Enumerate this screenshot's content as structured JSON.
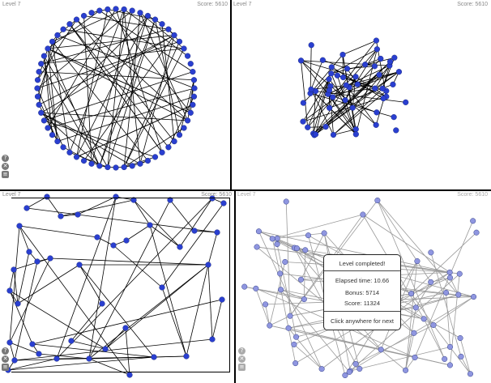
{
  "panels": [
    {
      "level": "Level 7",
      "score": "Score: 5610"
    },
    {
      "level": "Level 7",
      "score": "Score: 5610"
    },
    {
      "level": "Level 7",
      "score": "Score: 5610"
    },
    {
      "level": "Level 7",
      "score": "Score: 5610"
    }
  ],
  "controls": {
    "help_glyph": "?",
    "close_glyph": "✕",
    "menu_glyph": "≡"
  },
  "dialog": {
    "title": "Level completed!",
    "elapsed": "Elapsed time: 10.66",
    "bonus": "Bonus: 5714",
    "score": "Score: 11324",
    "next": "Click anywhere for next"
  },
  "colors": {
    "node": "#2a3fd0",
    "node_faded": "#8f96e0",
    "edge": "#000000",
    "edge_faded": "#9a9a9a"
  }
}
